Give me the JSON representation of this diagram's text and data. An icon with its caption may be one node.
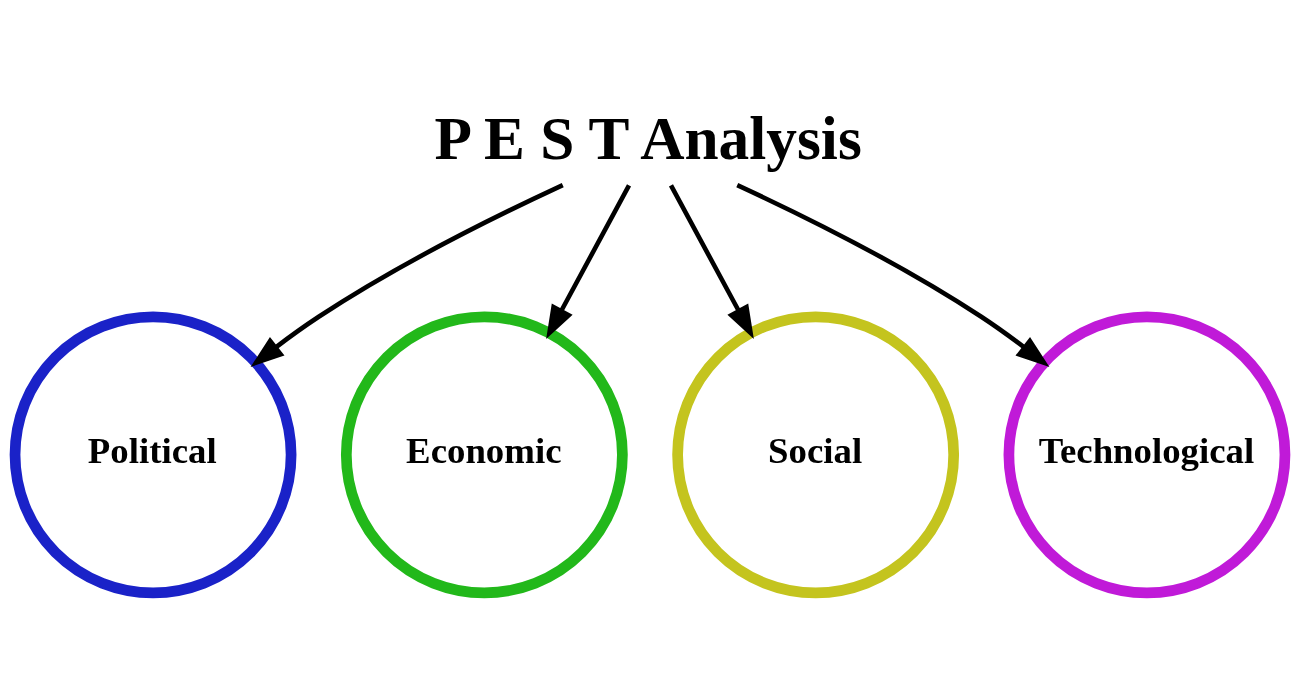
{
  "diagram": {
    "nodes": [
      {
        "text": [
          "P E S T Analysis"
        ]
      },
      {
        "text": [
          "Political"
        ]
      },
      {
        "text": [
          "Economic"
        ]
      },
      {
        "text": [
          "Social"
        ]
      },
      {
        "text": [
          "Technological"
        ]
      }
    ],
    "edges": [
      {
        "from": 0,
        "to": 1,
        "arrow": "to"
      },
      {
        "from": 0,
        "to": 2,
        "arrow": "to"
      },
      {
        "from": 0,
        "to": 3,
        "arrow": "to"
      },
      {
        "from": 0,
        "to": 4,
        "arrow": "to"
      }
    ]
  }
}
